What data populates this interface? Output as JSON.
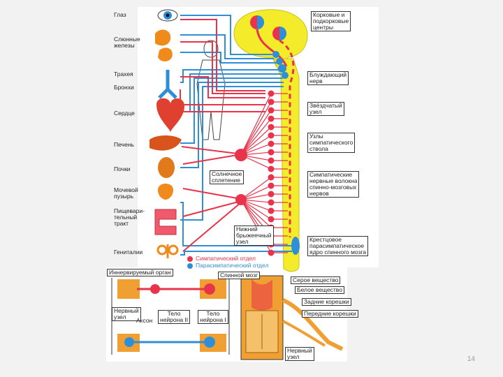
{
  "colors": {
    "sympathetic": "#e8334a",
    "parasympathetic": "#2f8fd6",
    "brain": "#f4ec2a",
    "organ": "#f08a1a",
    "cord_section": "#f0a032"
  },
  "organs": [
    {
      "label": "Глаз",
      "icon": "eye-icon"
    },
    {
      "label": "Слюнные\nжелезы",
      "icon": "salivary-gland-icon"
    },
    {
      "label": "Трахея",
      "icon": "trachea-icon"
    },
    {
      "label": "Бронхи",
      "icon": "bronchi-icon"
    },
    {
      "label": "Сердце",
      "icon": "heart-icon"
    },
    {
      "label": "Печень",
      "icon": "liver-icon"
    },
    {
      "label": "Почки",
      "icon": "kidney-icon"
    },
    {
      "label": "Мочевой\nпузырь",
      "icon": "bladder-icon"
    },
    {
      "label": "Пищевари-\nтельный\nтракт",
      "icon": "intestine-icon"
    },
    {
      "label": "Гениталии",
      "icon": "genitals-icon"
    }
  ],
  "right_labels": {
    "centers": "Корковые и\nподкорковые\nцентры",
    "vagus": "Блуждающий\nнерв",
    "stellate": "Звёздчатый\nузел",
    "trunk": "Узлы\nсимпатического\nствола",
    "fibers": "Симпатические\nнервные волокна\nспинно-мозговых\nнервов",
    "sacral": "Крестцовое\nпарасимпатическое\nядро спинного мозга"
  },
  "center_labels": {
    "celiac": "Солнечное\nсплетение",
    "lower_ganglion": "Нижний\nбрыжеечный\nузел"
  },
  "legend": [
    {
      "label": "Симпатический отдел",
      "color": "#e8334a"
    },
    {
      "label": "Парасимпатический отдел",
      "color": "#2f8fd6"
    }
  ],
  "bottom": {
    "innervated_organ": "Иннервируемый орган",
    "spinal_cord": "Спинной мозг",
    "nerve_ganglion": "Нервный\nузел",
    "axon": "Аксон",
    "neuron2": "Тело\nнейрона II",
    "neuron1": "Тело\nнейрона I",
    "grey_matter": "Серое вещество",
    "white_matter": "Белое вещество",
    "dorsal_roots": "Задние корешки",
    "ventral_roots": "Передние корешки",
    "nerve_node": "Нервный\nузел"
  },
  "page_number": "14"
}
